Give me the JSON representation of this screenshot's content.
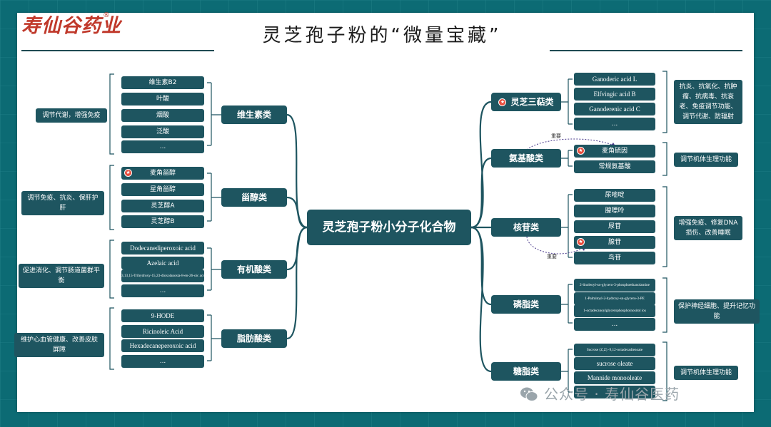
{
  "header": {
    "logo": "寿仙谷药业",
    "logo_reg": "®",
    "title": "灵芝孢子粉的“微量宝藏”"
  },
  "center": "灵芝孢子粉小分子化合物",
  "left": [
    {
      "category": "维生素类",
      "note": "调节代谢，增强免疫",
      "items": [
        "维生素B2",
        "叶酸",
        "烟酸",
        "泛酸",
        "..."
      ]
    },
    {
      "category": "甾醇类",
      "note": "调节免疫、抗炎、保肝护肝",
      "items": [
        "麦角甾醇",
        "星角甾醇",
        "灵芝醇A",
        "灵芝醇B"
      ]
    },
    {
      "category": "有机酸类",
      "note": "促进消化、调节肠道菌群平衡",
      "items": [
        "Dodecanediperoxoic acid",
        "Azelaic acid",
        "3,13,15-Trihydroxy-15,23-dioxolanosta-8-en-26-oic acid",
        "..."
      ]
    },
    {
      "category": "脂肪酸类",
      "note": "维护心血管健康、改善皮肤屏障",
      "items": [
        "9-HODE",
        "Ricinoleic Acid",
        "Hexadecaneperoxoic acid",
        "..."
      ]
    }
  ],
  "right": [
    {
      "category": "灵芝三萜类",
      "note": "抗炎、抗氧化、抗肿瘤、抗病毒、抗衰老、免疫调节功能、调节代谢、防辐射",
      "items": [
        "Ganoderic acid L",
        "Elfvingic acid B",
        "Ganoderenic acid C",
        "..."
      ]
    },
    {
      "category": "氨基酸类",
      "note": "调节机体生理功能",
      "items": [
        "麦角硫因",
        "常规氨基酸"
      ]
    },
    {
      "category": "核苷类",
      "note": "增强免疫、修复DNA损伤、改善睡眠",
      "items": [
        "尿嘧啶",
        "腺嘌呤",
        "尿苷",
        "腺苷",
        "鸟苷"
      ]
    },
    {
      "category": "磷脂类",
      "note": "保护神经细胞、提升记忆功能",
      "items": [
        "2-linoleoyl-sn-glycero-3-phosphoethanolamine",
        "1-Palmitoyl-2-hydroxy-sn-glycero-3-PE",
        "1-octadecanoylglycerophosphoinositol ios",
        "..."
      ]
    },
    {
      "category": "糖脂类",
      "note": "调节机体生理功能",
      "items": [
        "Sucrose (Z,Z) -9,12-octadecadienoate",
        "sucrose oleate",
        "Mannide monooleate",
        "..."
      ]
    }
  ],
  "tags": {
    "important_1": "重要",
    "important_2": "重要"
  },
  "watermark": "公众号 · 寿仙谷医药",
  "colors": {
    "node": "#1e5560",
    "background": "#0c6b74",
    "logo": "#c0392b",
    "star": "#e74c3c"
  }
}
